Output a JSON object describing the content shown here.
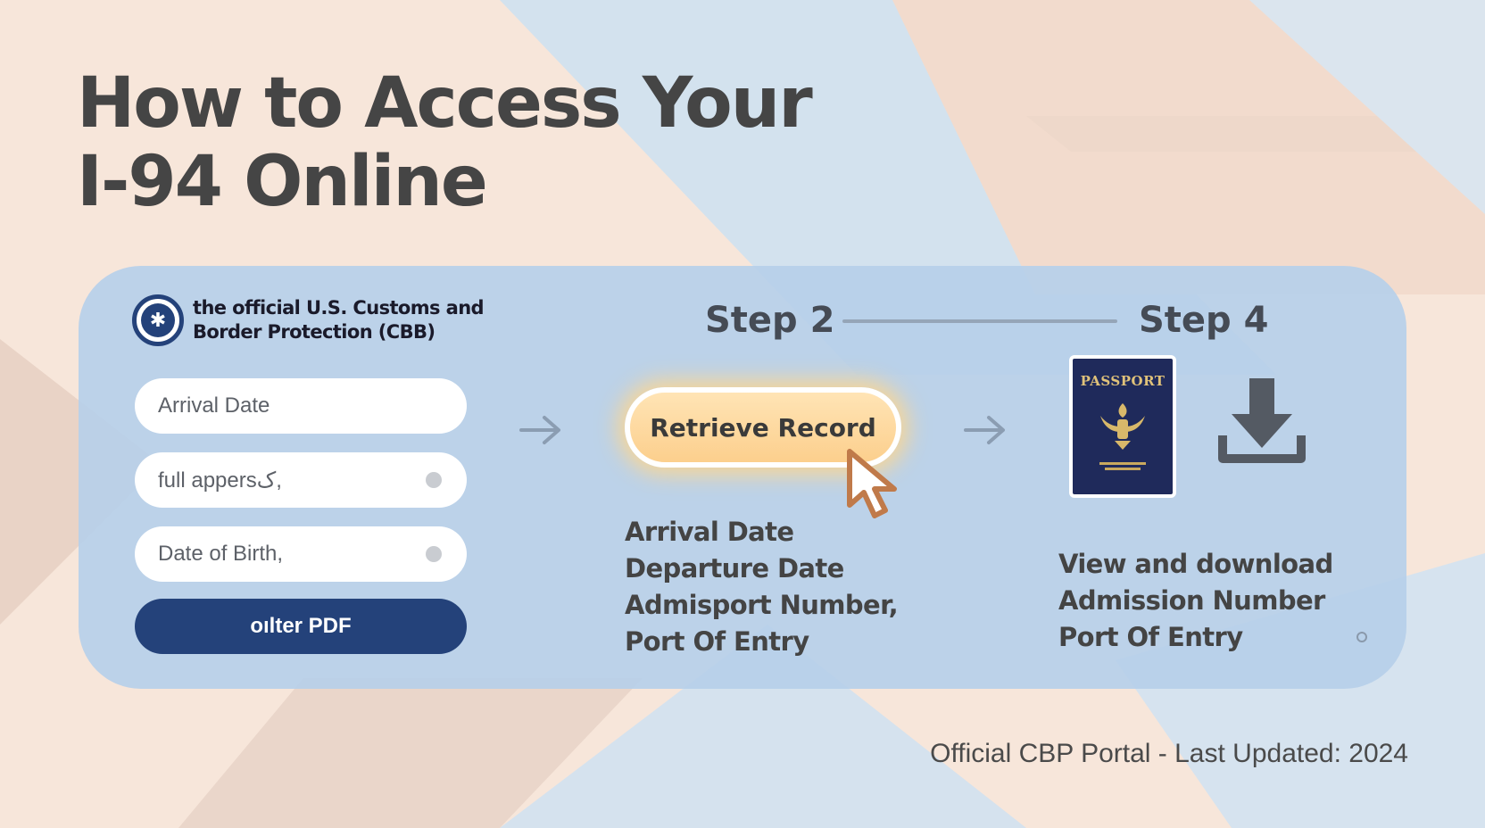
{
  "page": {
    "title_line1": "How to Access Your",
    "title_line2": "I-94 Online",
    "footer": "Official CBP Portal - Last Updated: 2024"
  },
  "agency": {
    "name_line1": "the official U.S. Customs and",
    "name_line2": "Border Protection (CBB)",
    "seal_icon": "eagle-seal-icon"
  },
  "form": {
    "fields": [
      {
        "value": "Arrival Date"
      },
      {
        "value": "full  appersک,"
      },
      {
        "value": "Date of Birth,"
      }
    ],
    "pdf_button": "oılter PDF"
  },
  "steps": {
    "step2_label": "Step 2",
    "step4_label": "Step 4",
    "retrieve_button": "Retrieve Record",
    "step2_details": [
      "Arrival Date",
      "Departure Date",
      "Admisport Number,",
      "Port Of Entry"
    ],
    "step4_details": [
      "View and download",
      "Admission Number",
      "Port Of Entry"
    ]
  },
  "passport": {
    "label": "PASSPORT"
  },
  "icons": {
    "arrow": "arrow-right-icon",
    "cursor": "mouse-pointer-icon",
    "download": "download-icon"
  },
  "colors": {
    "navy": "#24427a",
    "card": "#b7d0ea",
    "button_glow": "#fccf8d",
    "cursor_stroke": "#c07a4a",
    "passport": "#1f2a5b"
  }
}
